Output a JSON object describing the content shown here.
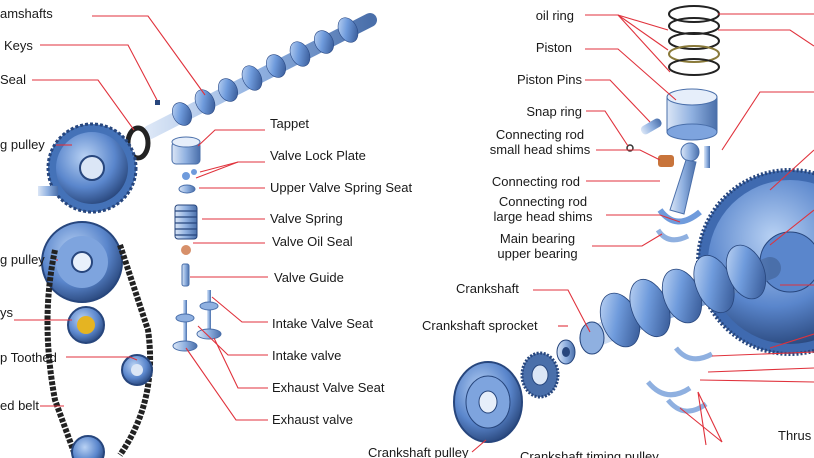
{
  "labels": {
    "camshafts": "amshafts",
    "keys": "Keys",
    "seal": "Seal",
    "timing_pulley_top": "g pulley",
    "timing_pulley_mid": "g pulley",
    "keys_lower": "ys",
    "pump_toothed": "p Toothed",
    "timed_belt": "ed belt",
    "tappet": "Tappet",
    "valve_lock_plate": "Valve Lock Plate",
    "upper_valve_spring_seat": "Upper Valve Spring Seat",
    "valve_spring": "Valve Spring",
    "valve_oil_seal": "Valve Oil Seal",
    "valve_guide": "Valve Guide",
    "intake_valve_seat": "Intake Valve Seat",
    "intake_valve": "Intake valve",
    "exhaust_valve_seat": "Exhaust Valve Seat",
    "exhaust_valve": "Exhaust valve",
    "oil_ring": "oil ring",
    "piston": "Piston",
    "piston_pins": "Piston Pins",
    "snap_ring": "Snap ring",
    "connecting_rod_small_head_shims_1": "Connecting rod",
    "connecting_rod_small_head_shims_2": "small head shims",
    "connecting_rod": "Connecting rod",
    "connecting_rod_large_head_shims_1": "Connecting rod",
    "connecting_rod_large_head_shims_2": "large head shims",
    "main_bearing_upper_1": "Main bearing",
    "main_bearing_upper_2": "upper bearing",
    "crankshaft": "Crankshaft",
    "crankshaft_sprocket": "Crankshaft sprocket",
    "crankshaft_pulley": "Crankshaft pulley",
    "crankshaft_timing_pulley": "Crankshaft timing pulley",
    "thrust": "Thrus"
  },
  "colors": {
    "leader": "#e0323c",
    "part_blue": "#4d7fc9",
    "part_light": "#a9c6ee",
    "part_dark": "#27467d",
    "copper": "#c8743b",
    "gold": "#e5b422"
  }
}
